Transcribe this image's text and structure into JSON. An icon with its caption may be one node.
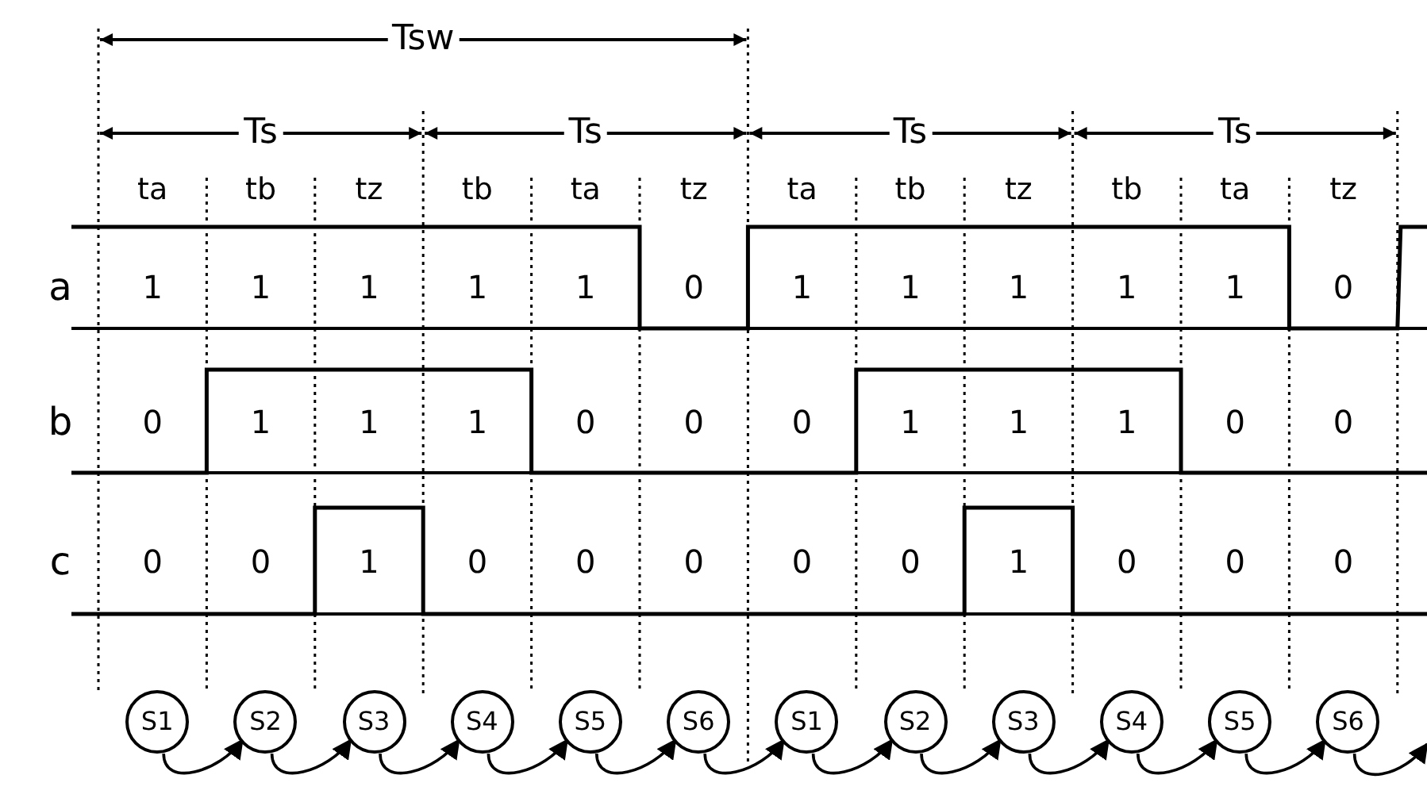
{
  "diagram": {
    "nodes": [
      {
        "text": [
          "S1"
        ]
      },
      {
        "text": [
          "S2"
        ]
      },
      {
        "text": [
          "S3"
        ]
      },
      {
        "text": [
          "S4"
        ]
      },
      {
        "text": [
          "S5"
        ]
      },
      {
        "text": [
          "S6"
        ]
      },
      {
        "text": [
          "S1"
        ]
      },
      {
        "text": [
          "S2"
        ]
      },
      {
        "text": [
          "S3"
        ]
      },
      {
        "text": [
          "S4"
        ]
      },
      {
        "text": [
          "S5"
        ]
      },
      {
        "text": [
          "S6"
        ]
      }
    ],
    "edges": [
      {
        "from": 0,
        "to": 1,
        "arrow": "to"
      },
      {
        "from": 1,
        "to": 2,
        "arrow": "to"
      },
      {
        "from": 2,
        "to": 3,
        "arrow": "to"
      },
      {
        "from": 3,
        "to": 4,
        "arrow": "to"
      },
      {
        "from": 4,
        "to": 5,
        "arrow": "to"
      },
      {
        "from": 5,
        "to": 6,
        "arrow": "to"
      },
      {
        "from": 6,
        "to": 7,
        "arrow": "to"
      },
      {
        "from": 7,
        "to": 8,
        "arrow": "to"
      },
      {
        "from": 8,
        "to": 9,
        "arrow": "to"
      },
      {
        "from": 9,
        "to": 10,
        "arrow": "to"
      },
      {
        "from": 10,
        "to": 11,
        "arrow": "to"
      },
      {
        "from": 11,
        "to": null,
        "arrow": "to"
      }
    ],
    "labels": [
      "Tsw",
      "Ts",
      "Ts",
      "Ts",
      "Ts",
      "ta",
      "tb",
      "tz",
      "tb",
      "ta",
      "tz",
      "ta",
      "tb",
      "tz",
      "tb",
      "ta",
      "tz",
      "a",
      "1",
      "1",
      "1",
      "1",
      "1",
      "0",
      "1",
      "1",
      "1",
      "1",
      "1",
      "0",
      "b",
      "0",
      "1",
      "1",
      "1",
      "0",
      "0",
      "0",
      "1",
      "1",
      "1",
      "0",
      "0",
      "c",
      "0",
      "0",
      "1",
      "0",
      "0",
      "0",
      "0",
      "0",
      "1",
      "0",
      "0",
      "0"
    ]
  }
}
